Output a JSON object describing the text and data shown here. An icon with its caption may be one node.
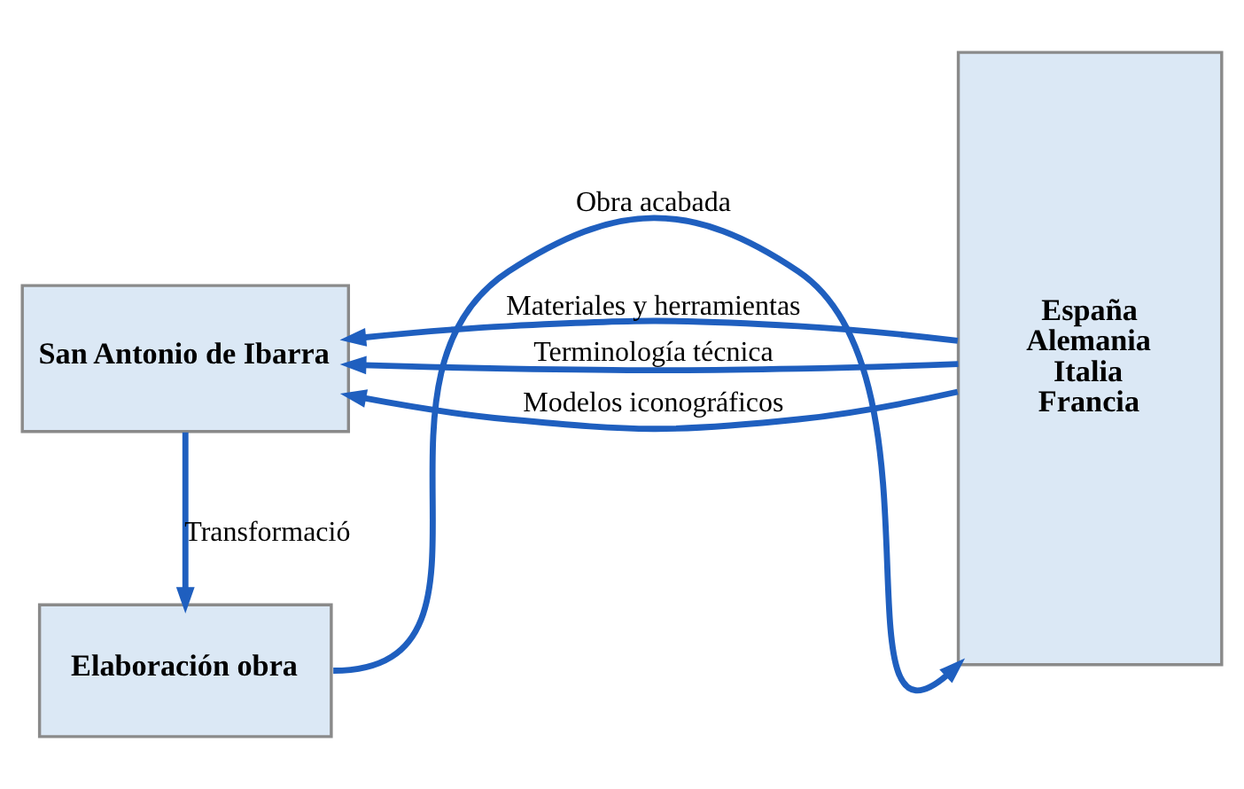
{
  "diagram": {
    "nodes": [
      {
        "text": [
          "San Antonio de Ibarra"
        ]
      },
      {
        "text": [
          "Elaboración obra"
        ]
      },
      {
        "text": [
          "España",
          "Alemania",
          "Italia",
          "Francia"
        ]
      }
    ],
    "edges": [
      {
        "from": 2,
        "to": 0,
        "arrow": "to",
        "label": "Materiales y herramientas"
      },
      {
        "from": 2,
        "to": 0,
        "arrow": "to",
        "label": "Terminología técnica"
      },
      {
        "from": 2,
        "to": 0,
        "arrow": "to",
        "label": "Modelos iconográficos"
      },
      {
        "from": 0,
        "to": 1,
        "arrow": "to",
        "label": "Transformació"
      },
      {
        "from": 1,
        "to": 2,
        "arrow": "to",
        "label": "Obra acabada"
      }
    ]
  }
}
